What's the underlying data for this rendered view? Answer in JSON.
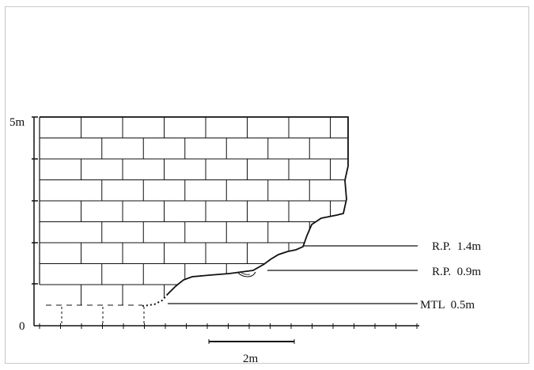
{
  "axis": {
    "top_label": "5m",
    "bottom_label": "0"
  },
  "levels": [
    {
      "label": "R.P.  1.4m"
    },
    {
      "label": "R.P.  0.9m"
    },
    {
      "label": "MTL  0.5m"
    }
  ],
  "scale_bar": {
    "label": "2m"
  },
  "colors": {
    "ink": "#111111",
    "frame": "#c8c8c8",
    "background": "#ffffff"
  }
}
